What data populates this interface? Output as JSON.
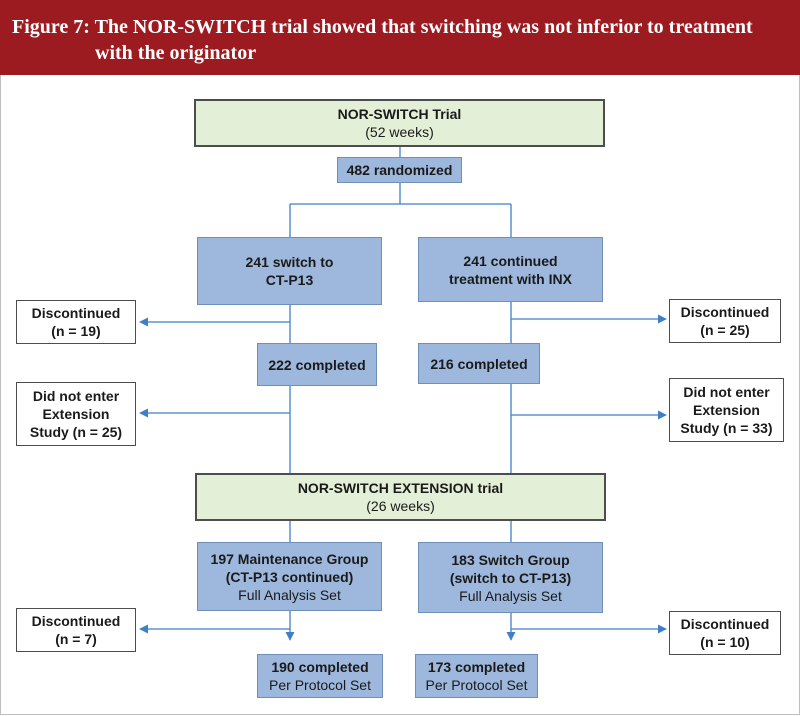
{
  "banner": {
    "title_line1": "Figure 7: The NOR-SWITCH trial showed that switching was not inferior to treatment",
    "title_line2": "with the originator"
  },
  "trial": {
    "title": "NOR-SWITCH Trial",
    "duration": "(52 weeks)"
  },
  "randomized": "482 randomized",
  "arms": {
    "left_line1": "241 switch to",
    "left_line2": "CT-P13",
    "right_line1": "241 continued",
    "right_line2": "treatment with INX"
  },
  "discontinued_1": {
    "left_label": "Discontinued",
    "left_n": "(n = 19)",
    "right_label": "Discontinued",
    "right_n": "(n = 25)"
  },
  "completed_1": {
    "left": "222 completed",
    "right": "216 completed"
  },
  "not_entered": {
    "left_line1": "Did not enter",
    "left_line2": "Extension",
    "left_line3": "Study (n = 25)",
    "right_line1": "Did not enter",
    "right_line2": "Extension",
    "right_line3": "Study (n = 33)"
  },
  "extension": {
    "title": "NOR-SWITCH EXTENSION trial",
    "duration": "(26 weeks)"
  },
  "groups": {
    "left_line1": "197 Maintenance Group",
    "left_line2": "(CT-P13 continued)",
    "left_line3": "Full Analysis Set",
    "right_line1": "183 Switch Group",
    "right_line2": "(switch to CT-P13)",
    "right_line3": "Full Analysis Set"
  },
  "discontinued_2": {
    "left_label": "Discontinued",
    "left_n": "(n = 7)",
    "right_label": "Discontinued",
    "right_n": "(n = 10)"
  },
  "completed_2": {
    "left_count": "190 completed",
    "left_set": "Per Protocol Set",
    "right_count": "173 completed",
    "right_set": "Per Protocol Set"
  },
  "colors": {
    "banner": "#9b1b20",
    "green_box": "#e3efd6",
    "blue_box": "#9db8dc",
    "arrow": "#3f7fc9"
  }
}
